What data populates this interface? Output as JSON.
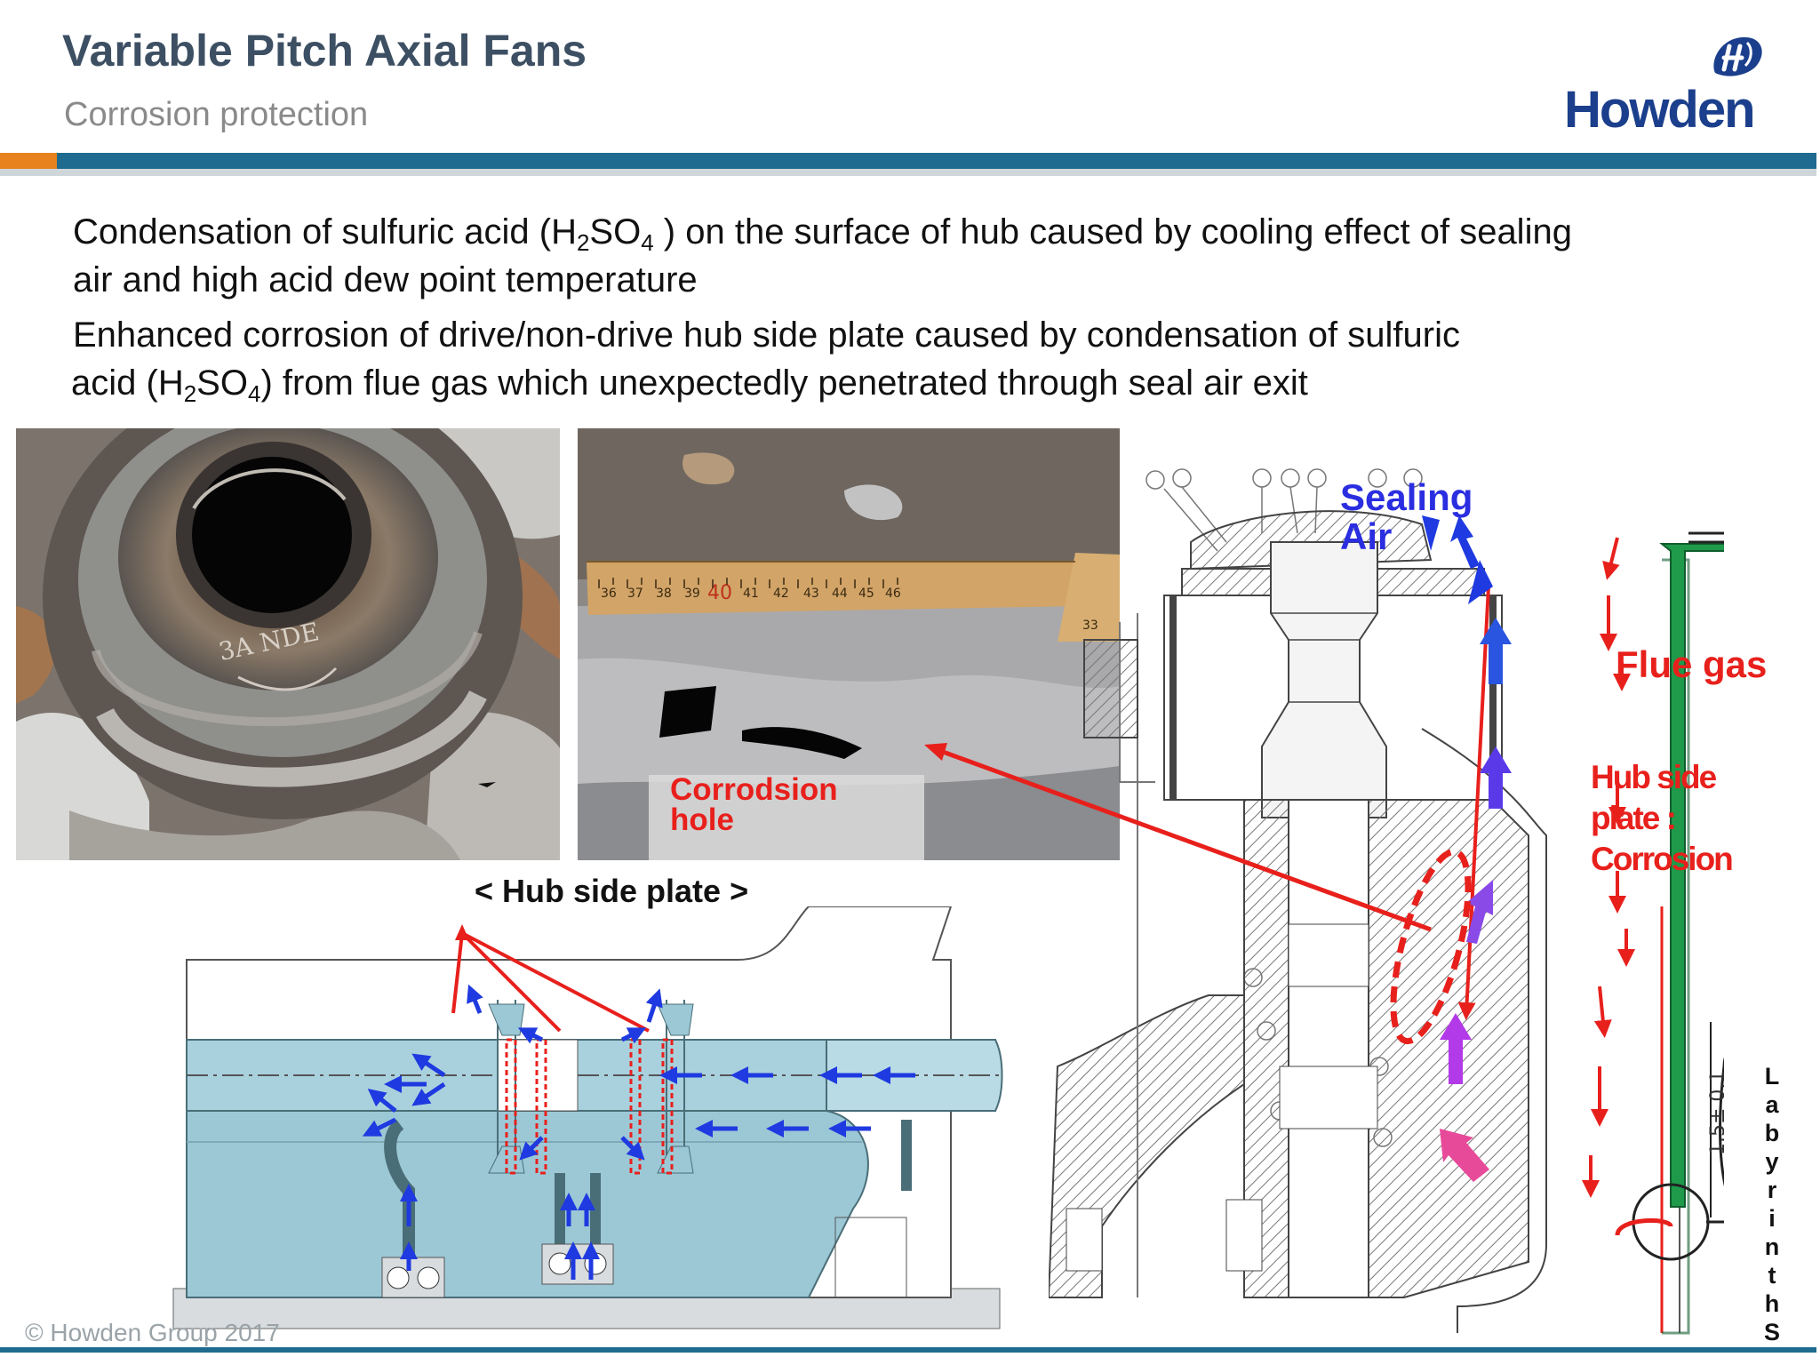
{
  "header": {
    "title": "Variable Pitch Axial Fans",
    "subtitle": "Corrosion protection",
    "logo_text": "Howden"
  },
  "bullets": {
    "b1_line1_pre": "Condensation of sulfuric acid (H",
    "b1_line1_sub1": "2",
    "b1_line1_mid": "SO",
    "b1_line1_sub2": "4",
    "b1_line1_post": " ) on the surface of hub caused by cooling effect of sealing",
    "b1_line2": "air and high acid dew point temperature",
    "b2_line1": "Enhanced corrosion of drive/non-drive hub side plate caused by condensation of sulfuric",
    "b2_line2_pre": "acid (H",
    "b2_line2_sub1": "2",
    "b2_line2_mid": "SO",
    "b2_line2_sub2": "4",
    "b2_line2_post": ") from flue gas which unexpectedly penetrated through seal air exit"
  },
  "photos": {
    "photo1_marking": "3A NDE",
    "ruler_numbers": [
      "36",
      "37",
      "38",
      "39",
      "40",
      "41",
      "42",
      "43",
      "44",
      "45",
      "46"
    ],
    "ruler_end": "33",
    "corrosion_label_line1": "Corrodsion",
    "corrosion_label_line2": "hole"
  },
  "diagram": {
    "hub_side_plate_label": "< Hub side plate >",
    "sealing_air_line1": "Sealing",
    "sealing_air_line2": "Air",
    "flue_gas": "Flue gas",
    "hub_corrosion_line1": "Hub side",
    "hub_corrosion_line2": "plate :",
    "hub_corrosion_line3": "Corrosion",
    "dimension": "1.5± 0.1",
    "labyrinth_letters": [
      "L",
      "a",
      "b",
      "y",
      "r",
      "i",
      "n",
      "t",
      "h",
      "S"
    ]
  },
  "footer": {
    "copyright": "© Howden Group 2017"
  },
  "colors": {
    "title": "#3d4f63",
    "accent_orange": "#e8821e",
    "accent_blue": "#1f6b8f",
    "label_red": "#e8201c",
    "label_blue": "#2a2ee0",
    "seal_green": "#1e9a4a",
    "housing_blue": "#9cc8d6"
  }
}
